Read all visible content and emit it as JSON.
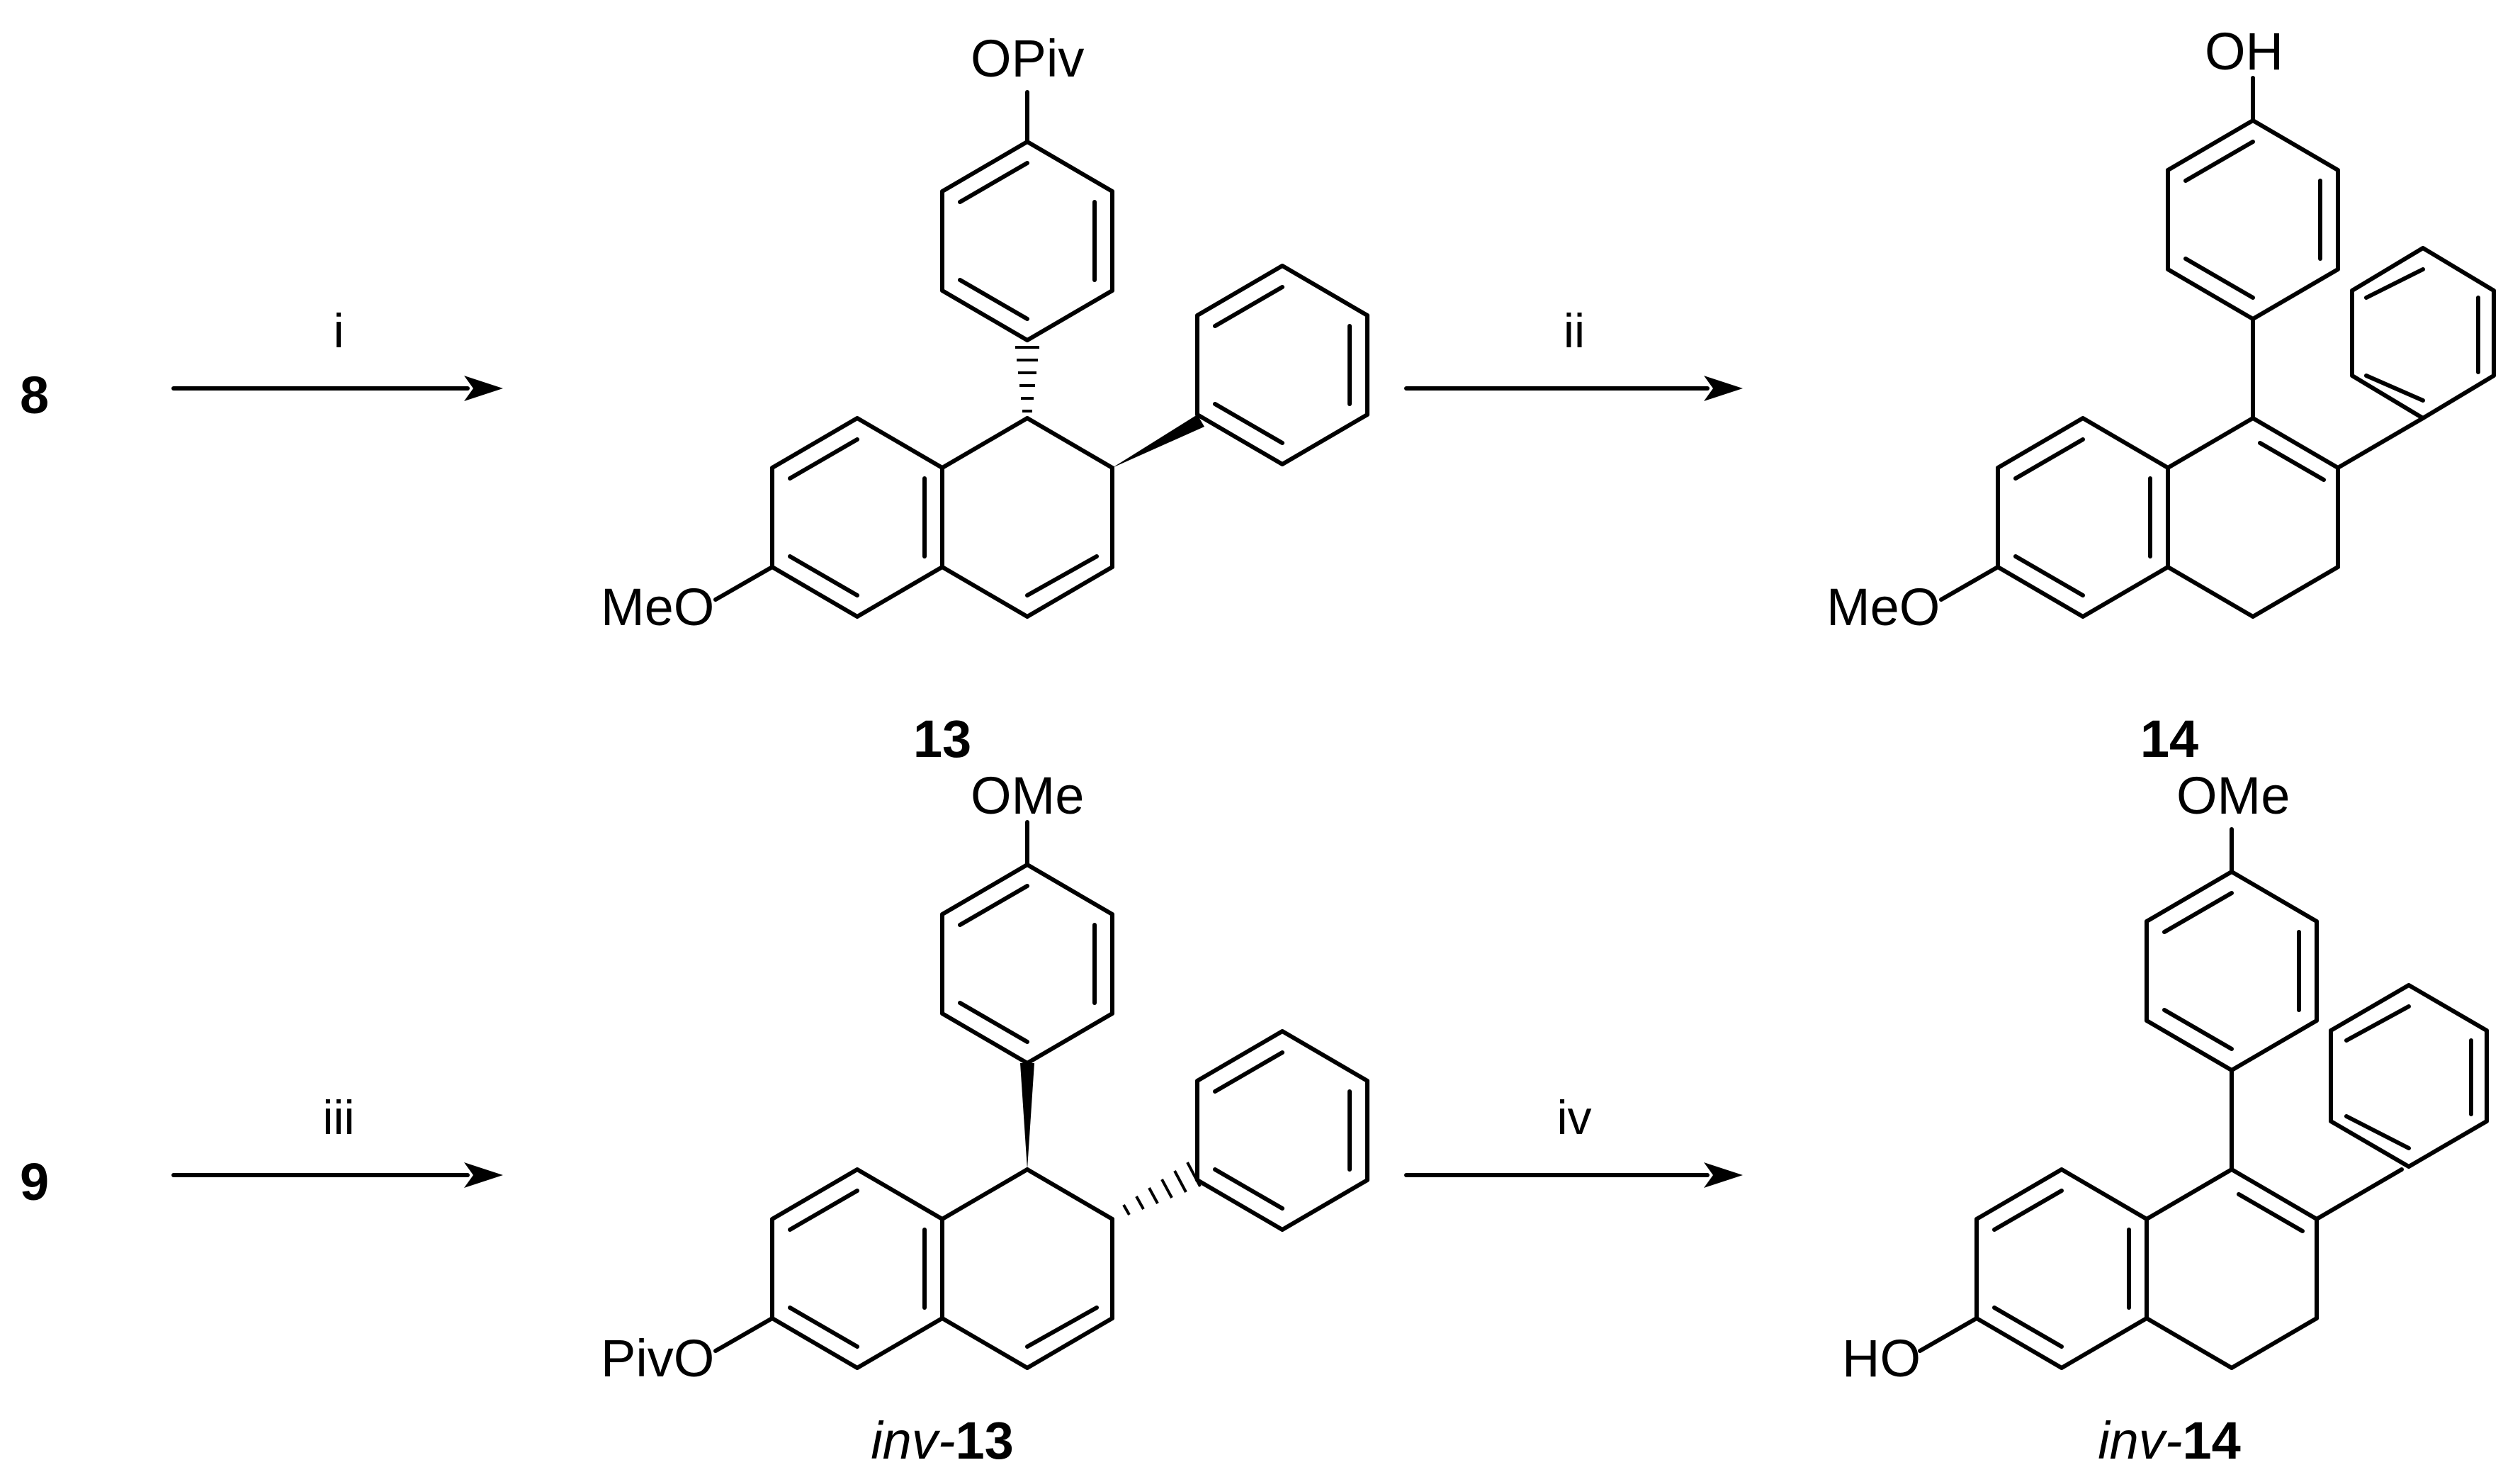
{
  "scheme": {
    "row1": {
      "start": "8",
      "arrow_1": "i",
      "product_1": {
        "label": "13",
        "top_group": "OPiv",
        "left_group": "MeO"
      },
      "arrow_2": "ii",
      "product_2": {
        "label": "14",
        "top_group": "OH",
        "left_group": "MeO"
      }
    },
    "row2": {
      "start": "9",
      "arrow_1": "iii",
      "product_1": {
        "label_prefix": "inv",
        "label_hyphen": "-",
        "label_number": "13",
        "top_group": "OMe",
        "left_group": "PivO"
      },
      "arrow_2": "iv",
      "product_2": {
        "label_prefix": "inv",
        "label_hyphen": "-",
        "label_number": "14",
        "top_group": "OMe",
        "left_group": "HO"
      }
    }
  }
}
